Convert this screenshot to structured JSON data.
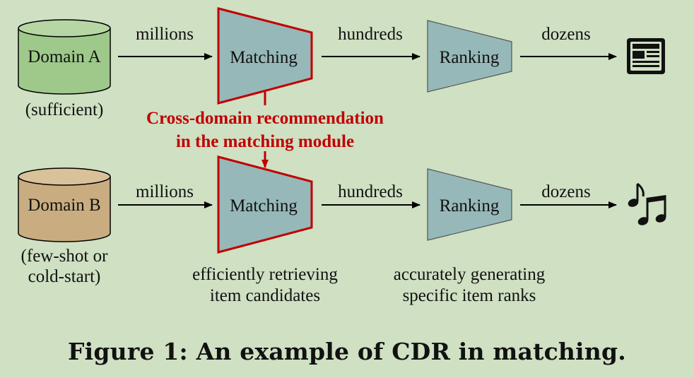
{
  "row_a": {
    "db_label": "Domain A",
    "db_note": "(sufficient)",
    "flow1": "millions",
    "matching": "Matching",
    "flow2": "hundreds",
    "ranking": "Ranking",
    "flow3": "dozens",
    "output_icon": "newspaper-icon"
  },
  "row_b": {
    "db_label": "Domain B",
    "db_note_line1": "(few-shot or",
    "db_note_line2": "cold-start)",
    "flow1": "millions",
    "matching": "Matching",
    "flow2": "hundreds",
    "ranking": "Ranking",
    "flow3": "dozens",
    "output_icon": "music-note-icon"
  },
  "cross_domain": {
    "line1": "Cross-domain recommendation",
    "line2": "in the matching module"
  },
  "matching_desc": {
    "line1": "efficiently retrieving",
    "line2": "item candidates"
  },
  "ranking_desc": {
    "line1": "accurately generating",
    "line2": "specific item ranks"
  },
  "caption": "Figure 1: An example of CDR in matching.",
  "colors": {
    "background": "#cfe0c3",
    "domain_a": "#9ec98a",
    "domain_b": "#c9ad80",
    "matching_fill": "#96b8b8",
    "matching_stroke": "#c00000",
    "ranking_fill": "#96b8b8",
    "highlight_text": "#c00000"
  }
}
